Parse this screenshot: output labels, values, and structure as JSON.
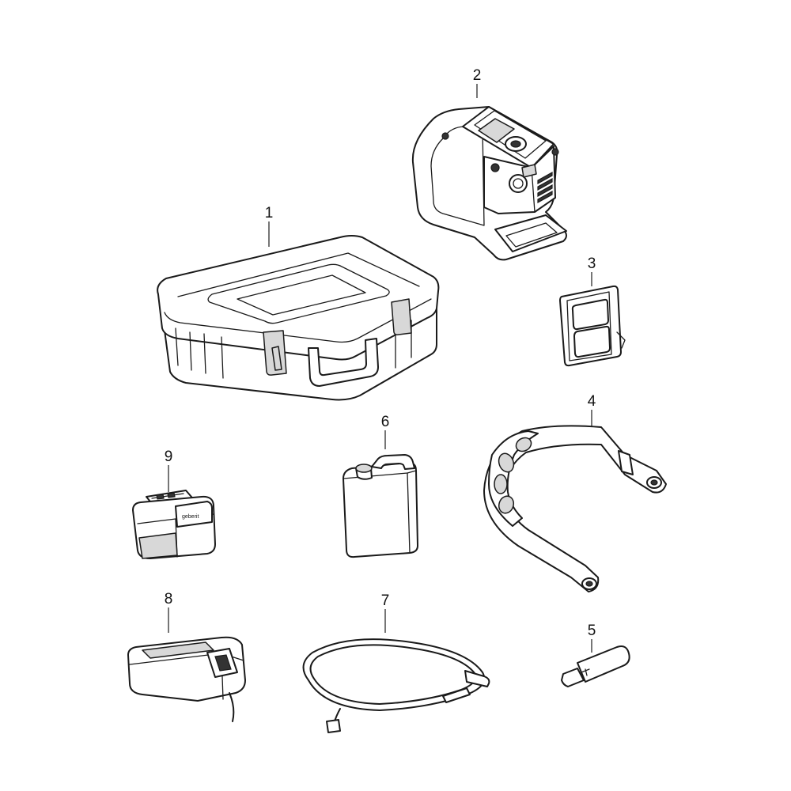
{
  "callouts": {
    "case": "1",
    "pressing_unit": "2",
    "insert": "3",
    "strap": "4",
    "usb_stick": "5",
    "oil_canister": "6",
    "hose": "7",
    "charger": "8",
    "battery": "9"
  },
  "logo_text": "geberit"
}
